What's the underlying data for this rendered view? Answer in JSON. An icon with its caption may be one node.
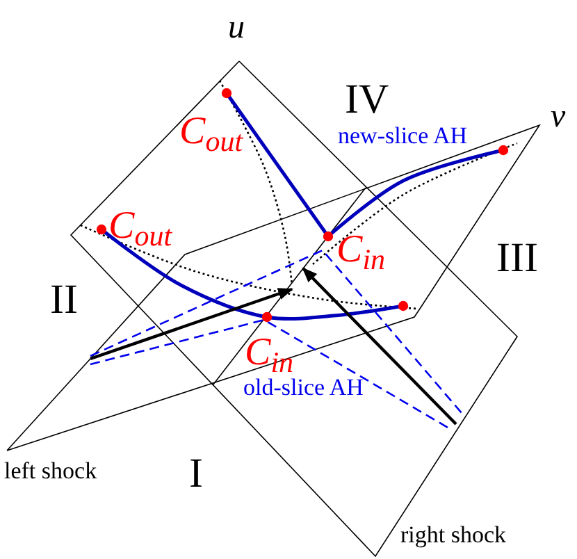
{
  "diagram": {
    "labels": [
      "u",
      "IV",
      "v",
      "new-slice AH",
      "C$_{out}$",
      "C$_{out}$",
      "C$_{in}$",
      "II",
      "III",
      "C$_{in}$",
      "old-slice AH",
      "left shock",
      "I",
      "right shock"
    ]
  }
}
